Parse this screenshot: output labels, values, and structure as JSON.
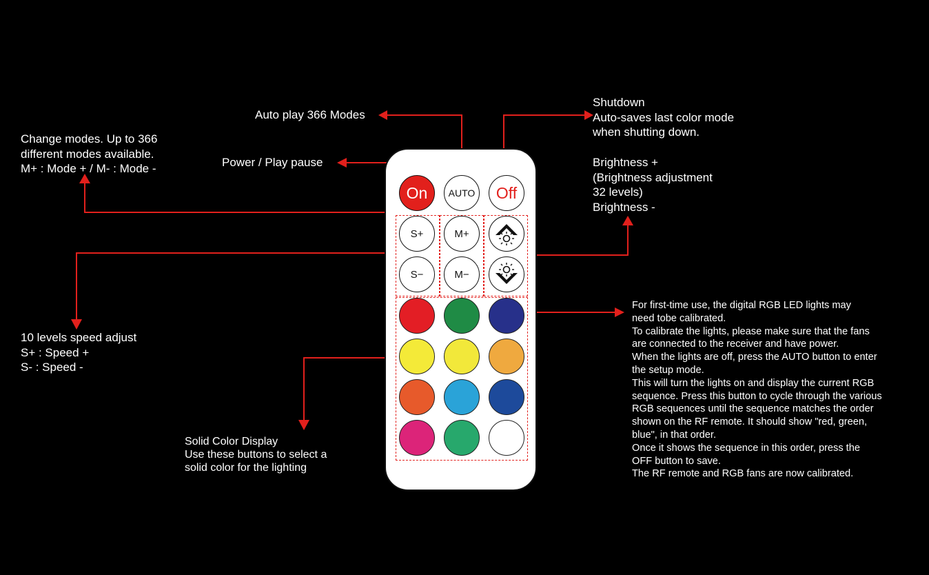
{
  "labels": {
    "auto_play": "Auto play 366 Modes",
    "shutdown": "Shutdown\nAuto-saves last color mode\nwhen shutting down.",
    "change_modes": "Change modes. Up to 366\ndifferent modes available.\nM+ : Mode + / M- : Mode -",
    "power": "Power / Play pause",
    "brightness": "Brightness +\n(Brightness adjustment\n32 levels)\nBrightness -",
    "speed": "10 levels speed adjust\nS+ : Speed +\nS- : Speed -",
    "solid_color": "Solid Color Display\nUse these buttons to select a\nsolid color for the lighting",
    "calibration": "For first-time use, the digital RGB LED lights may\nneed tobe calibrated.\nTo calibrate the lights, please make sure that the fans\nare connected to the receiver and have power.\nWhen the lights are off, press the AUTO button to enter\nthe setup mode.\nThis will turn the lights on and display the current RGB\nsequence. Press this button to cycle through the various\nRGB sequences until the sequence matches the order\nshown on the RF remote. It should show \"red, green,\nblue\", in that order.\nOnce it shows the sequence in this order, press the\nOFF button to save.\nThe RF remote and RGB fans are now calibrated."
  },
  "buttons": {
    "on": "On",
    "auto": "AUTO",
    "off": "Off",
    "speed_up": "S+",
    "speed_down": "S−",
    "mode_up": "M+",
    "mode_down": "M−"
  },
  "color_buttons": [
    {
      "name": "red",
      "color": "#e31e25"
    },
    {
      "name": "green",
      "color": "#1f8b45"
    },
    {
      "name": "navy",
      "color": "#27308a"
    },
    {
      "name": "yellow-1",
      "color": "#f4ea38"
    },
    {
      "name": "yellow-2",
      "color": "#f2e83a"
    },
    {
      "name": "orange",
      "color": "#efa93f"
    },
    {
      "name": "red-orange",
      "color": "#e75a2b"
    },
    {
      "name": "sky-blue",
      "color": "#2aa3d8"
    },
    {
      "name": "royal-blue",
      "color": "#1d4a9b"
    },
    {
      "name": "magenta",
      "color": "#dc2479"
    },
    {
      "name": "emerald",
      "color": "#27a86c"
    },
    {
      "name": "white",
      "color": "#ffffff"
    }
  ],
  "colors": {
    "arrow": "#e2201c",
    "background": "#000000",
    "remote_body": "#ffffff"
  },
  "icons": [
    "brightness-up-icon",
    "brightness-down-icon"
  ]
}
